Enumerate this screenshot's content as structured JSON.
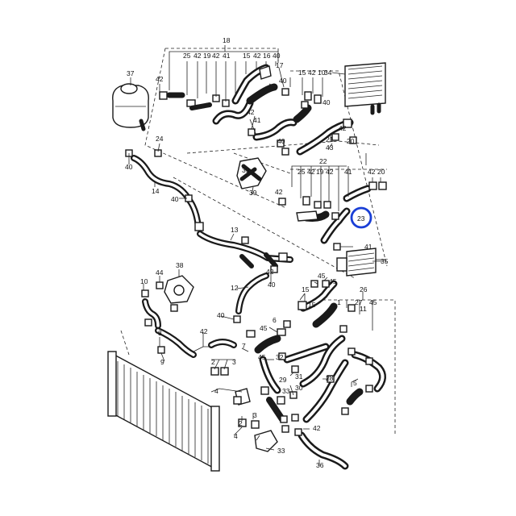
{
  "diagram": {
    "callouts": {
      "c18": "18",
      "c25a": "25",
      "c42a": "42",
      "c19a": "19",
      "c42b": "42",
      "c41a": "41",
      "c15a": "15",
      "c42c": "42",
      "c16a": "16",
      "c40a": "40",
      "c17": "17",
      "c40b": "40",
      "c15b": "15",
      "c42d": "42",
      "c10a": "10",
      "c40c": "40",
      "c37": "37",
      "c42e": "42",
      "c34": "34",
      "c42f": "42",
      "c41b": "41",
      "c43": "43",
      "c40d": "40",
      "c42g": "42",
      "c39a": "39",
      "c21": "21",
      "c20a": "20",
      "c24": "24",
      "c40e": "40",
      "c22": "22",
      "c25b": "25",
      "c42h": "42",
      "c19b": "19",
      "c42i": "42",
      "c41c": "41",
      "c42j": "42",
      "c20b": "20",
      "c14": "14",
      "c42k": "42",
      "c39b": "39",
      "c40f": "40",
      "c23": "23",
      "c41d": "41",
      "c35": "35",
      "c13": "13",
      "c44": "44",
      "c38": "38",
      "c10b": "10",
      "c42l": "42",
      "c40g": "40",
      "c12": "12",
      "c15c": "15",
      "c45a": "45",
      "c15d": "15",
      "c45b": "45",
      "c26": "26",
      "c1": "1",
      "c27": "27",
      "c45c": "45",
      "c11": "11",
      "c40h": "40",
      "c6": "6",
      "c8": "8",
      "c42m": "42",
      "c45d": "45",
      "c7": "7",
      "c45e": "45",
      "c9": "9",
      "c2a": "2",
      "c3a": "3",
      "c29": "29",
      "c32": "32",
      "c33a": "33",
      "c31": "31",
      "c30": "30",
      "c28": "28",
      "c4a": "4",
      "c5": "5",
      "c2b": "2",
      "c3b": "3",
      "c4b": "4",
      "c42n": "42",
      "c36": "36",
      "c33b": "33"
    },
    "highlight": {
      "ring_color": "#1a3fd6",
      "target_callout": "23"
    }
  }
}
